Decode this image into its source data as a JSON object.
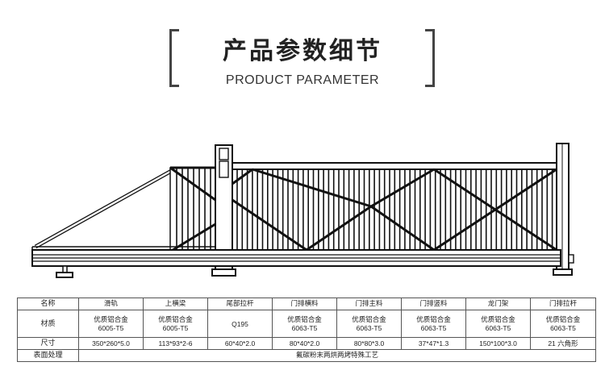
{
  "header": {
    "title_cn": "产品参数细节",
    "title_en": "PRODUCT PARAMETER"
  },
  "table": {
    "row_labels": {
      "name": "名称",
      "material": "材质",
      "size": "尺寸",
      "surface": "表面处理"
    },
    "columns": [
      {
        "name": "滑轨",
        "material_cn": "优质铝合金",
        "material_code": "6005-T5",
        "size": "350*260*5.0"
      },
      {
        "name": "上横梁",
        "material_cn": "优质铝合金",
        "material_code": "6005-T5",
        "size": "113*93*2-6"
      },
      {
        "name": "尾部拉杆",
        "material_cn": "Q195",
        "material_code": "",
        "size": "60*40*2.0"
      },
      {
        "name": "门排横料",
        "material_cn": "优质铝合金",
        "material_code": "6063-T5",
        "size": "80*40*2.0"
      },
      {
        "name": "门排主料",
        "material_cn": "优质铝合金",
        "material_code": "6063-T5",
        "size": "80*80*3.0"
      },
      {
        "name": "门排竖料",
        "material_cn": "优质铝合金",
        "material_code": "6063-T5",
        "size": "37*47*1.3"
      },
      {
        "name": "龙门架",
        "material_cn": "优质铝合金",
        "material_code": "6063-T5",
        "size": "150*100*3.0"
      },
      {
        "name": "门排拉杆",
        "material_cn": "优质铝合金",
        "material_code": "6063-T5",
        "size": "21 六角形"
      }
    ],
    "surface_treatment": "氟碳粉末两烘两烤特殊工艺"
  }
}
